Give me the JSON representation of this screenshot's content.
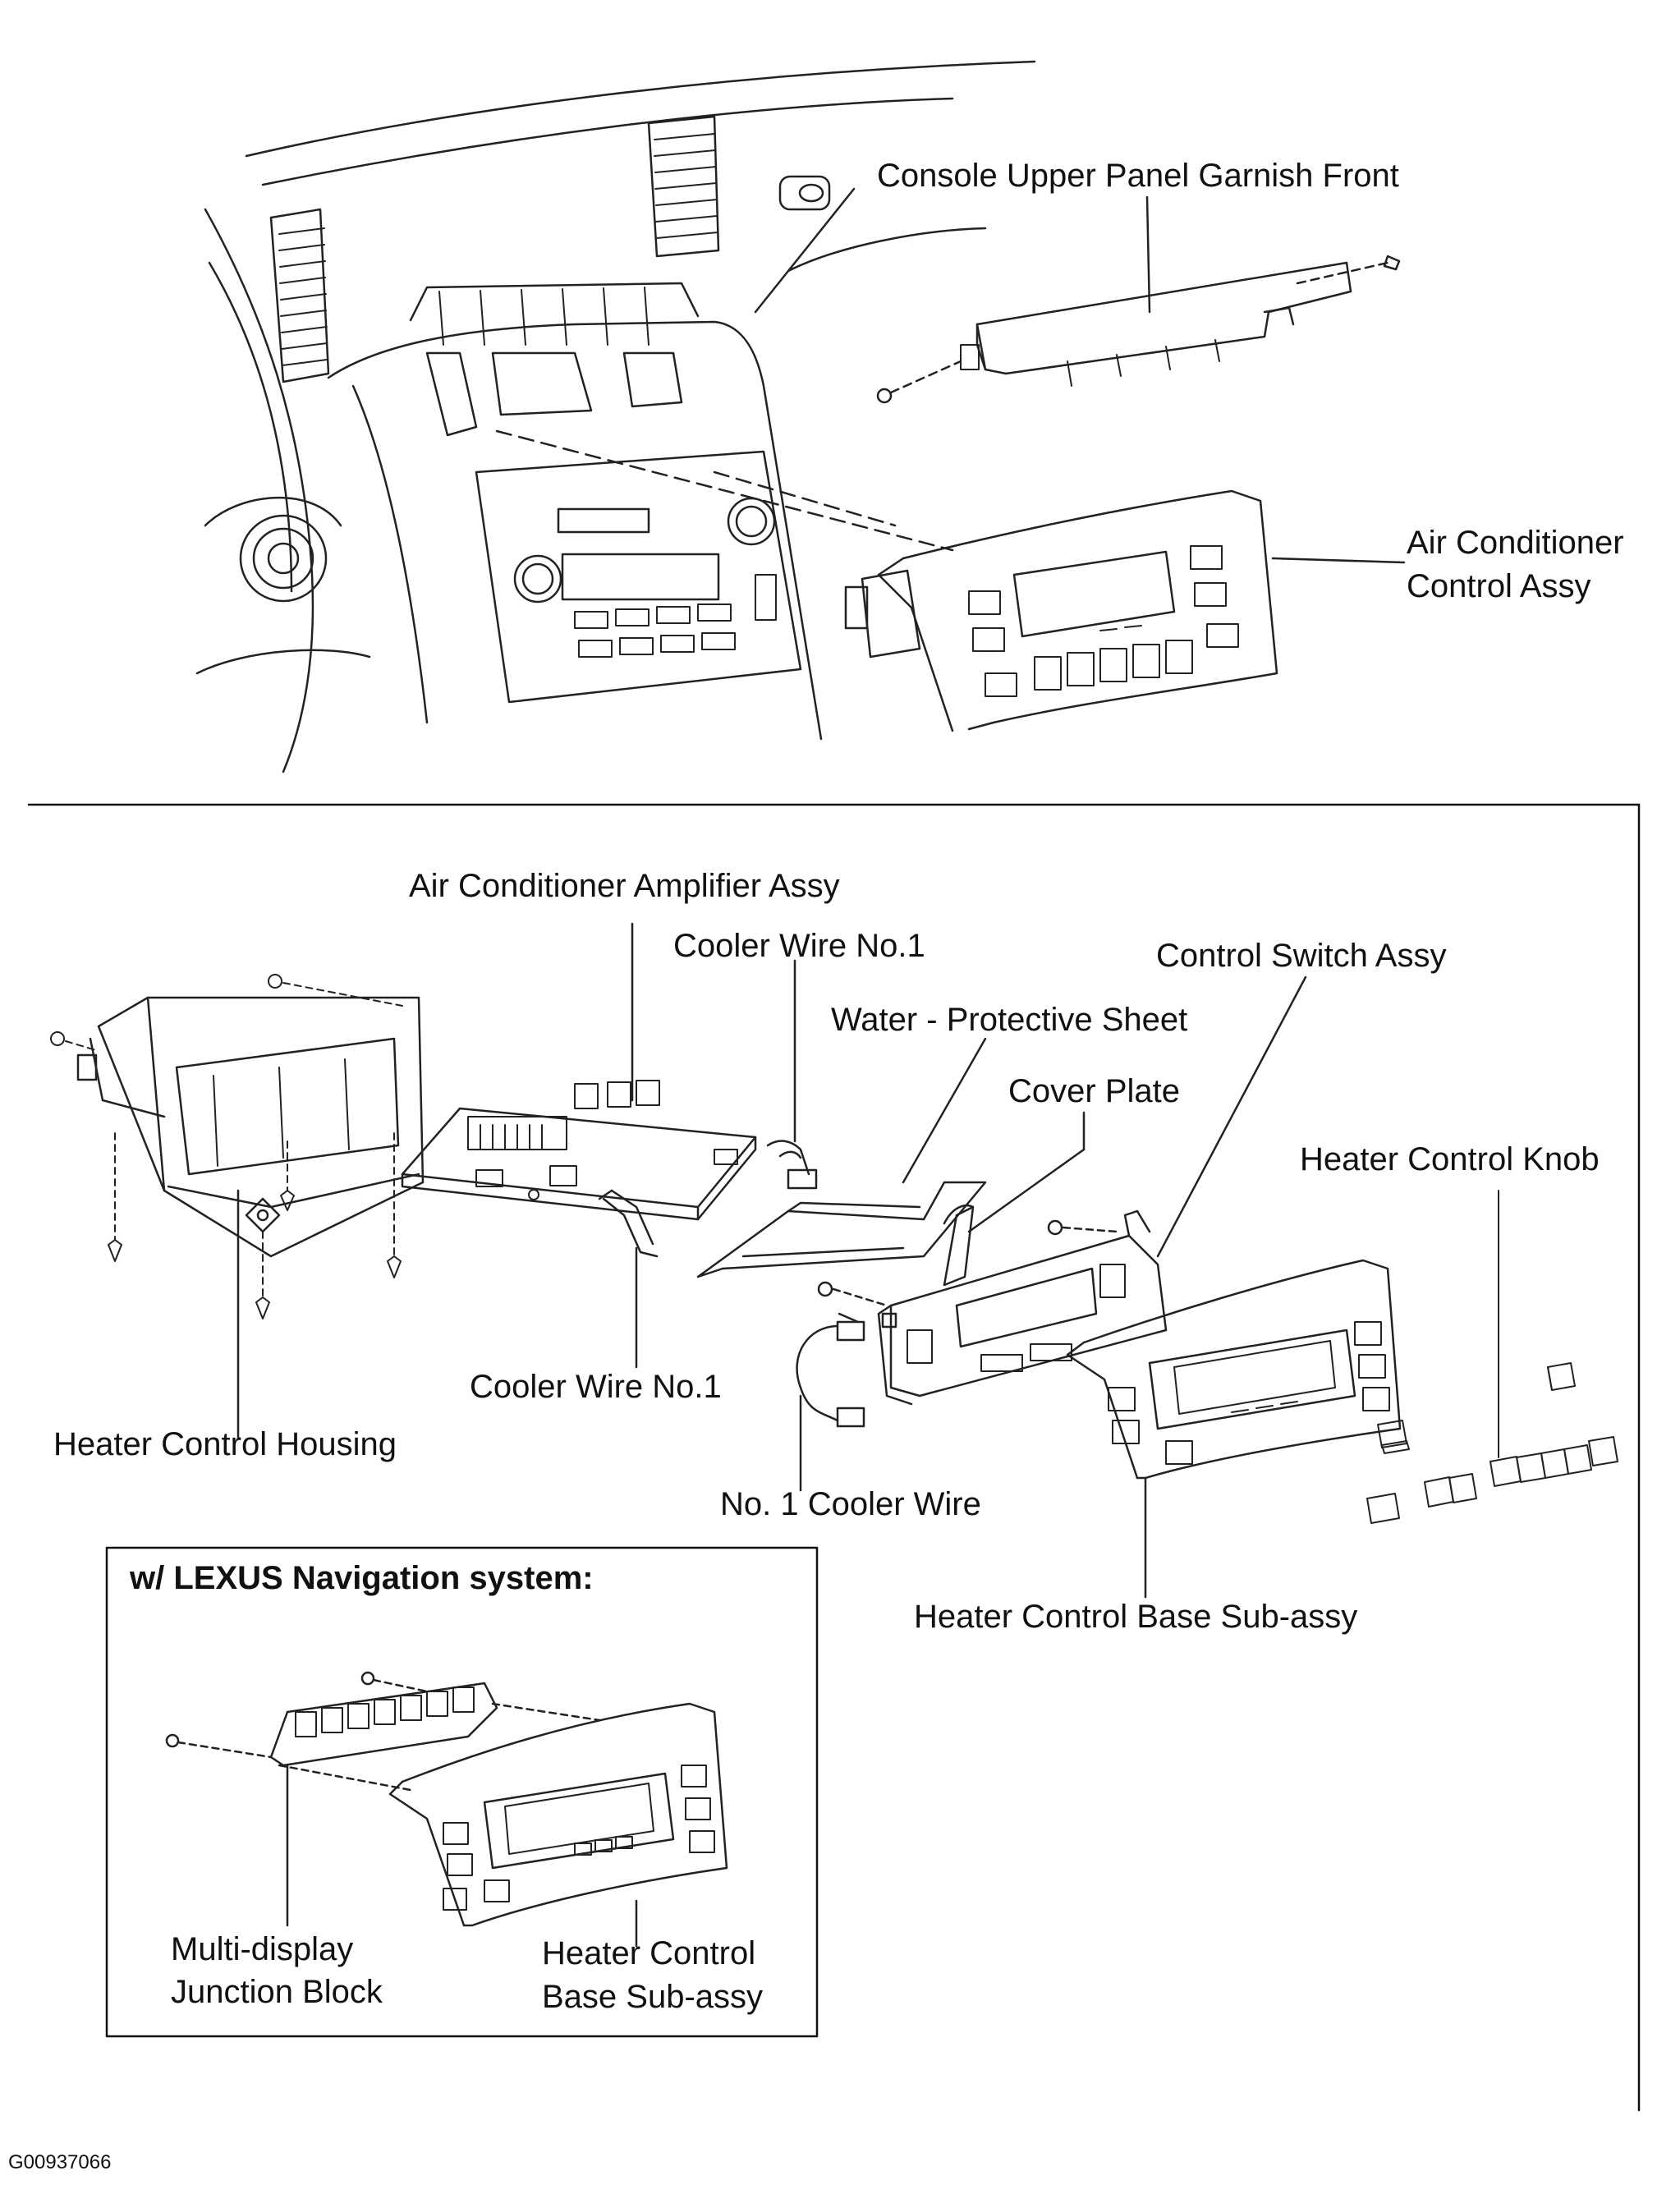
{
  "labels": {
    "console_upper_panel_garnish_front": "Console Upper Panel Garnish Front",
    "air_conditioner_control_assy_1": "Air Conditioner",
    "air_conditioner_control_assy_2": "Control Assy",
    "air_conditioner_amplifier_assy": "Air Conditioner Amplifier Assy",
    "cooler_wire_no1_top": "Cooler Wire No.1",
    "control_switch_assy": "Control Switch Assy",
    "water_protective_sheet": "Water - Protective Sheet",
    "cover_plate": "Cover Plate",
    "heater_control_knob": "Heater Control Knob",
    "cooler_wire_no1_bottom": "Cooler Wire No.1",
    "heater_control_housing": "Heater Control Housing",
    "no1_cooler_wire": "No. 1 Cooler Wire",
    "heater_control_base_sub_assy": "Heater Control Base Sub-assy",
    "inset_title": "w/ LEXUS Navigation system:",
    "multi_display_1": "Multi-display",
    "multi_display_2": "Junction Block",
    "inset_base_1": "Heater Control",
    "inset_base_2": "Base Sub-assy"
  },
  "figure_id": "G00937066"
}
